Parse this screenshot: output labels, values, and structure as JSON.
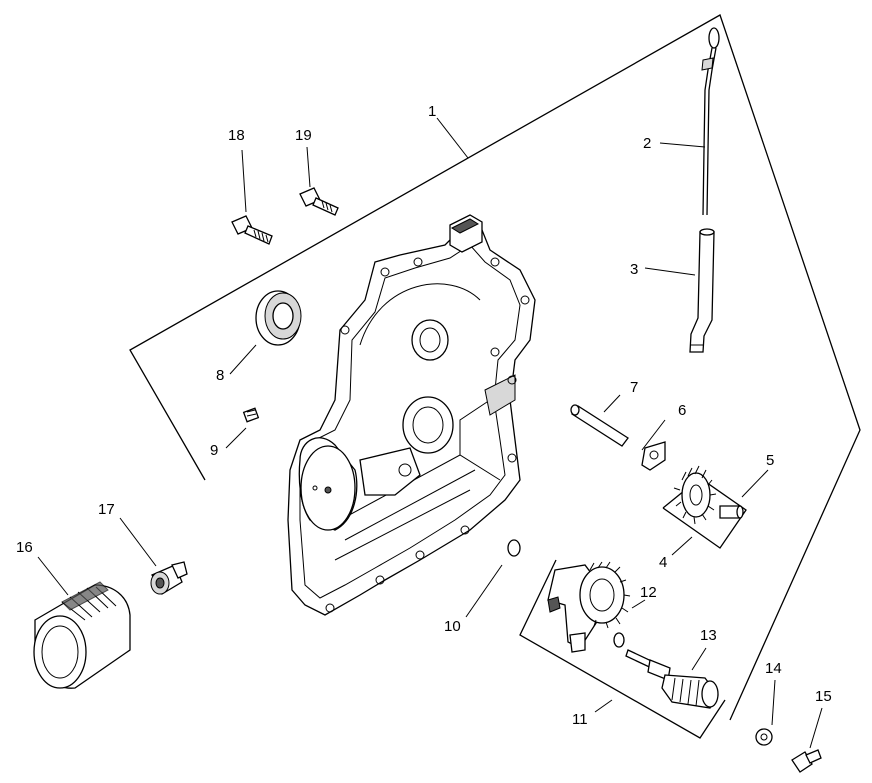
{
  "callouts": {
    "p1": "1",
    "p2": "2",
    "p3": "3",
    "p4": "4",
    "p5": "5",
    "p6": "6",
    "p7": "7",
    "p8": "8",
    "p9": "9",
    "p10": "10",
    "p11": "11",
    "p12": "12",
    "p13": "13",
    "p14": "14",
    "p15": "15",
    "p16": "16",
    "p17": "17",
    "p18": "18",
    "p19": "19"
  }
}
